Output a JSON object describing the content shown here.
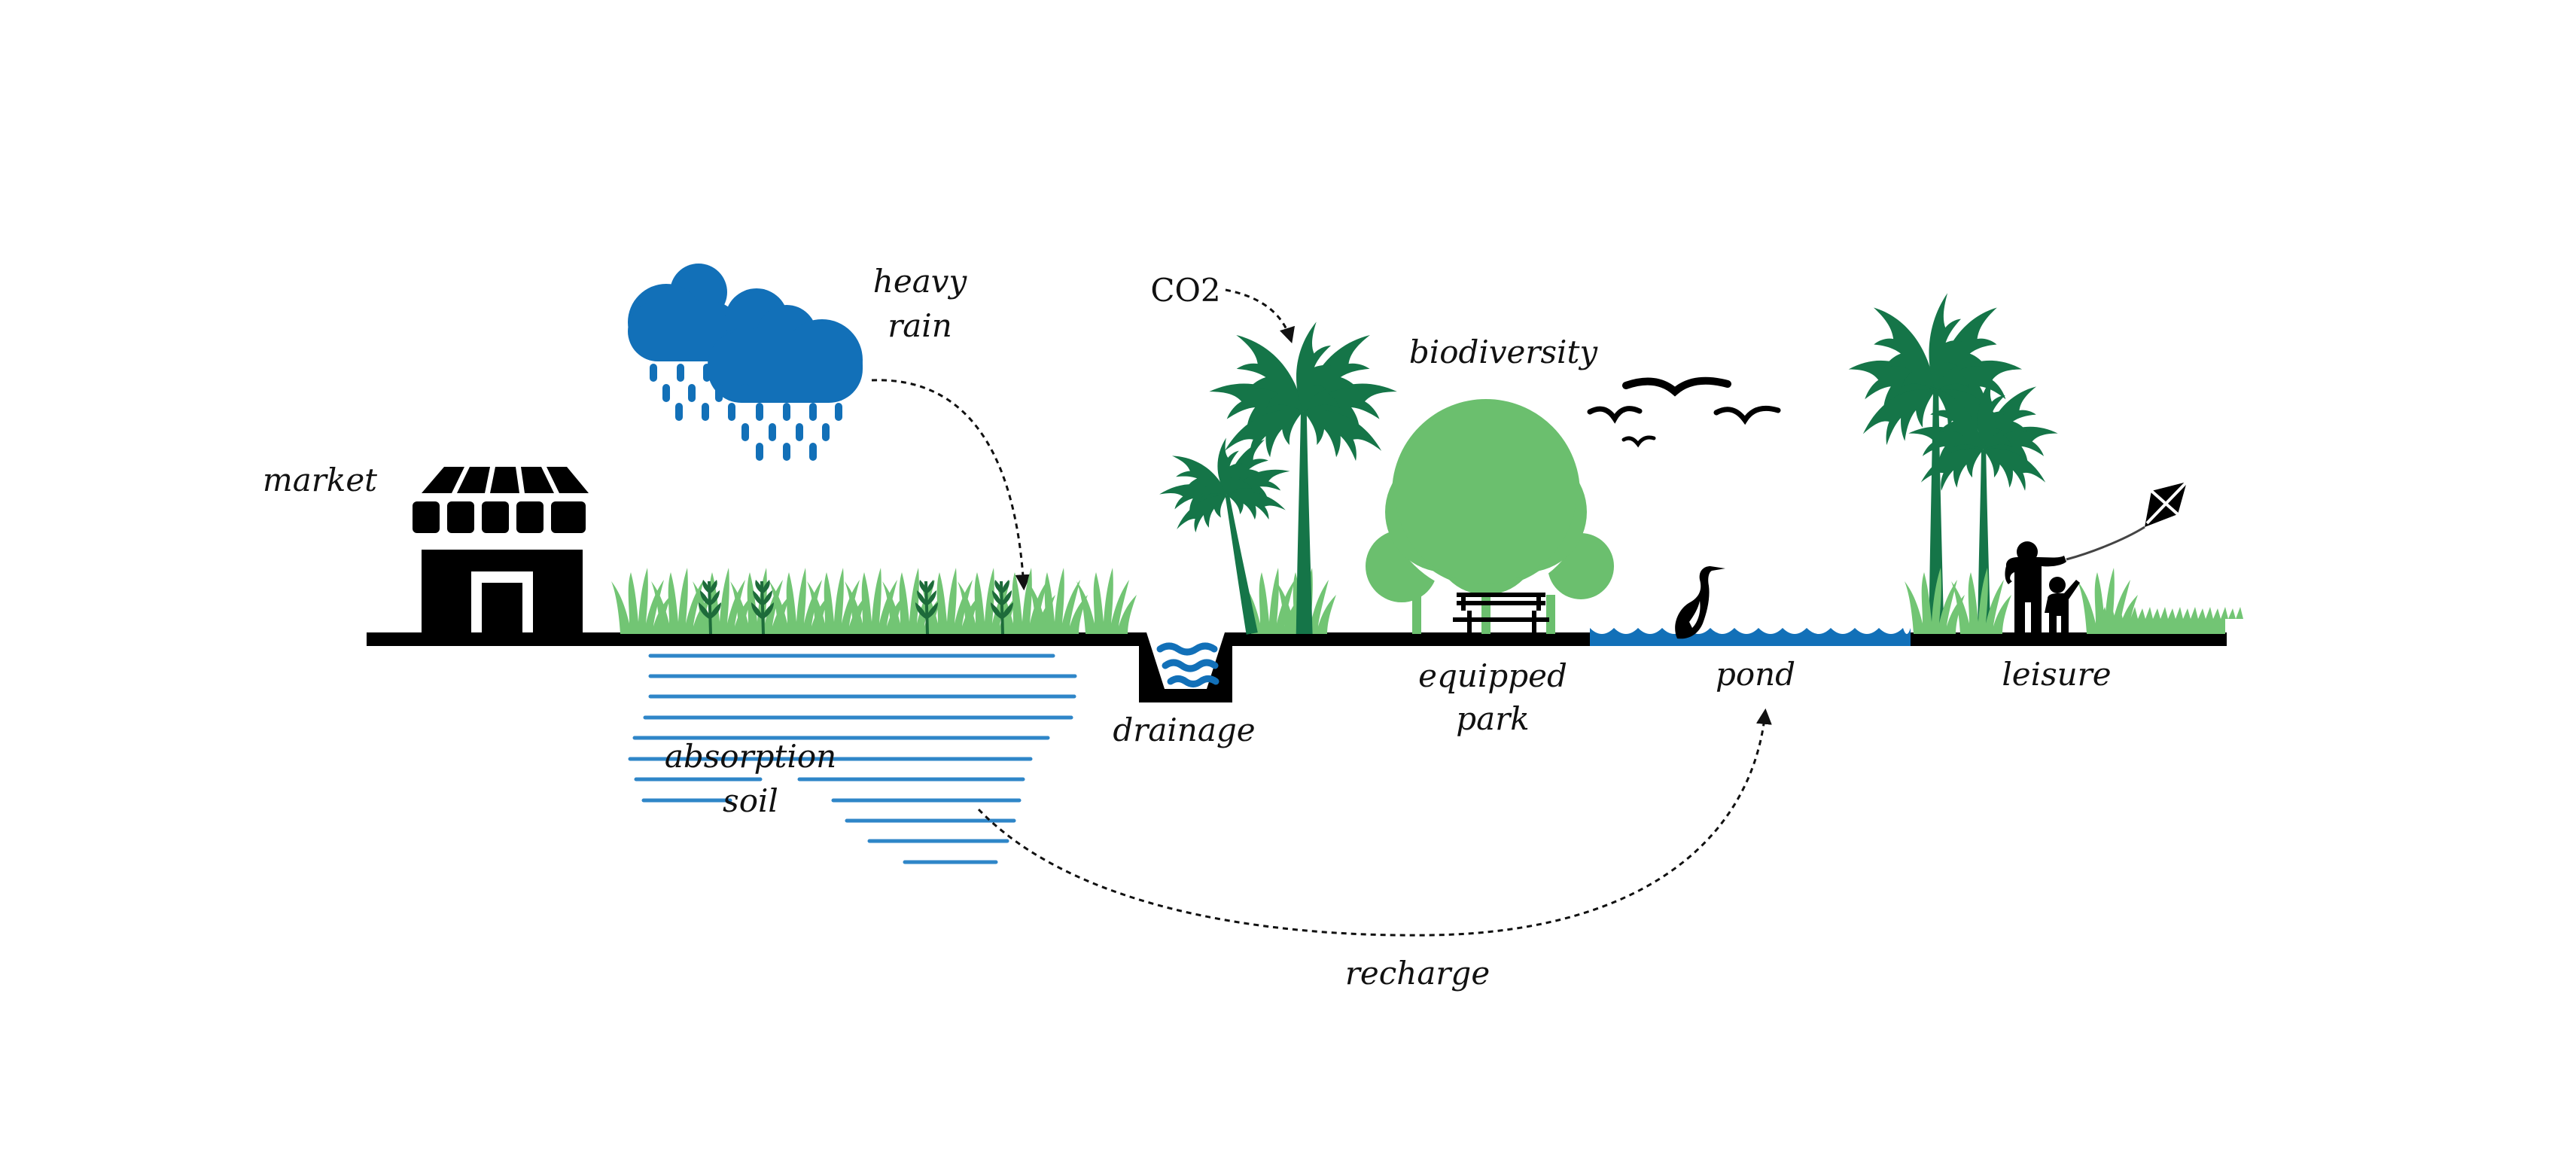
{
  "diagram": {
    "title": "Urban green-blue infrastructure cross-section",
    "labels": {
      "market": "market",
      "heavy_rain_line1": "heavy",
      "heavy_rain_line2": "rain",
      "co2": "CO2",
      "biodiversity": "biodiversity",
      "absorption_line1": "absorption",
      "absorption_line2": "soil",
      "drainage": "drainage",
      "equipped_line1": "equipped",
      "equipped_line2": "park",
      "pond": "pond",
      "leisure": "leisure",
      "recharge": "recharge"
    },
    "flows": [
      {
        "from": "heavy rain",
        "to": "absorption soil",
        "style": "dashed-arrow"
      },
      {
        "from": "CO2",
        "to": "palm trees",
        "style": "dashed-arrow"
      },
      {
        "from": "absorption soil",
        "to": "pond",
        "label": "recharge",
        "style": "dashed-arrow"
      }
    ],
    "icons": [
      "market-stall-icon",
      "rain-cloud-icon",
      "grass-icon",
      "drainage-channel-icon",
      "palm-tree-icon",
      "deciduous-tree-icon",
      "park-bench-icon",
      "flying-birds-icon",
      "cormorant-bird-icon",
      "pond-water-icon",
      "adult-child-kite-icon",
      "kite-icon"
    ],
    "colors": {
      "ground": "#000000",
      "water_blue": "#1270B8",
      "soil_line_blue": "#2F86C8",
      "palm_green": "#157548",
      "tree_green": "#6BBF6E",
      "grass_green": "#72C574",
      "grass_dark": "#1D6B3A"
    }
  }
}
